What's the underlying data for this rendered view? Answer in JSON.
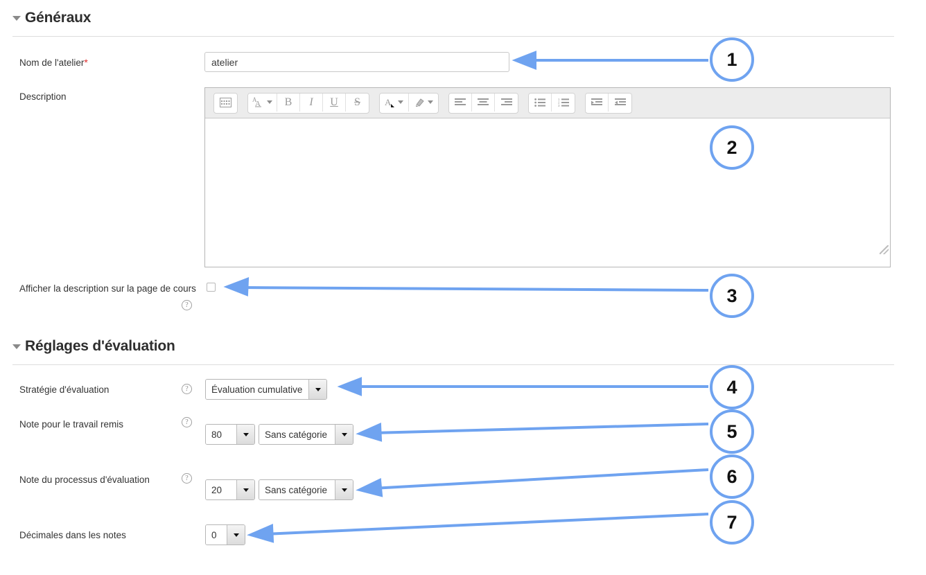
{
  "sections": [
    {
      "id": "generaux",
      "title": "Généraux"
    },
    {
      "id": "evaluation",
      "title": "Réglages d'évaluation"
    }
  ],
  "fields": {
    "workshop_name": {
      "label": "Nom de l'atelier",
      "required_marker": "*",
      "value": "atelier",
      "placeholder": ""
    },
    "description": {
      "label": "Description",
      "value": ""
    },
    "show_description": {
      "label": "Afficher la description sur la page de cours",
      "checked": false,
      "help": "?"
    },
    "grading_strategy": {
      "label": "Stratégie d'évaluation",
      "help": "?",
      "value": "Évaluation cumulative"
    },
    "submission_grade": {
      "label": "Note pour le travail remis",
      "help": "?",
      "value": "80",
      "category": "Sans catégorie"
    },
    "assessment_grade": {
      "label": "Note du processus d'évaluation",
      "help": "?",
      "value": "20",
      "category": "Sans catégorie"
    },
    "grade_decimals": {
      "label": "Décimales dans les notes",
      "value": "0"
    }
  },
  "editor_toolbar": {
    "groups": [
      {
        "buttons": [
          {
            "icon": "keyboard-grid-icon",
            "glyph": "▤"
          }
        ]
      },
      {
        "buttons": [
          {
            "icon": "font-size-icon",
            "glyph": "A",
            "caret": true
          },
          {
            "icon": "bold-icon",
            "glyph": "B"
          },
          {
            "icon": "italic-icon",
            "glyph": "I"
          },
          {
            "icon": "underline-icon",
            "glyph": "U"
          },
          {
            "icon": "strikethrough-icon",
            "glyph": "S"
          }
        ]
      },
      {
        "buttons": [
          {
            "icon": "text-color-icon",
            "glyph": "A",
            "caret": true
          },
          {
            "icon": "highlight-color-icon",
            "glyph": "✎",
            "caret": true
          }
        ]
      },
      {
        "buttons": [
          {
            "icon": "align-left-icon",
            "glyph": "≡"
          },
          {
            "icon": "align-center-icon",
            "glyph": "≡"
          },
          {
            "icon": "align-right-icon",
            "glyph": "≡"
          }
        ]
      },
      {
        "buttons": [
          {
            "icon": "bullet-list-icon",
            "glyph": "•"
          },
          {
            "icon": "numbered-list-icon",
            "glyph": "1"
          }
        ]
      },
      {
        "buttons": [
          {
            "icon": "indent-icon",
            "glyph": "→"
          },
          {
            "icon": "outdent-icon",
            "glyph": "←"
          }
        ]
      }
    ]
  },
  "callouts": [
    {
      "number": "1",
      "target": "workshop-name-input"
    },
    {
      "number": "2",
      "target": "description-editor"
    },
    {
      "number": "3",
      "target": "show-description-checkbox"
    },
    {
      "number": "4",
      "target": "grading-strategy-dropdown"
    },
    {
      "number": "5",
      "target": "submission-grade-category-dropdown"
    },
    {
      "number": "6",
      "target": "assessment-grade-category-dropdown"
    },
    {
      "number": "7",
      "target": "grade-decimals-dropdown"
    }
  ],
  "colors": {
    "accent": "#6fa3f0",
    "required": "#e02b2b",
    "divider": "#dcdcdc",
    "toolbar_bg": "#ececec"
  }
}
